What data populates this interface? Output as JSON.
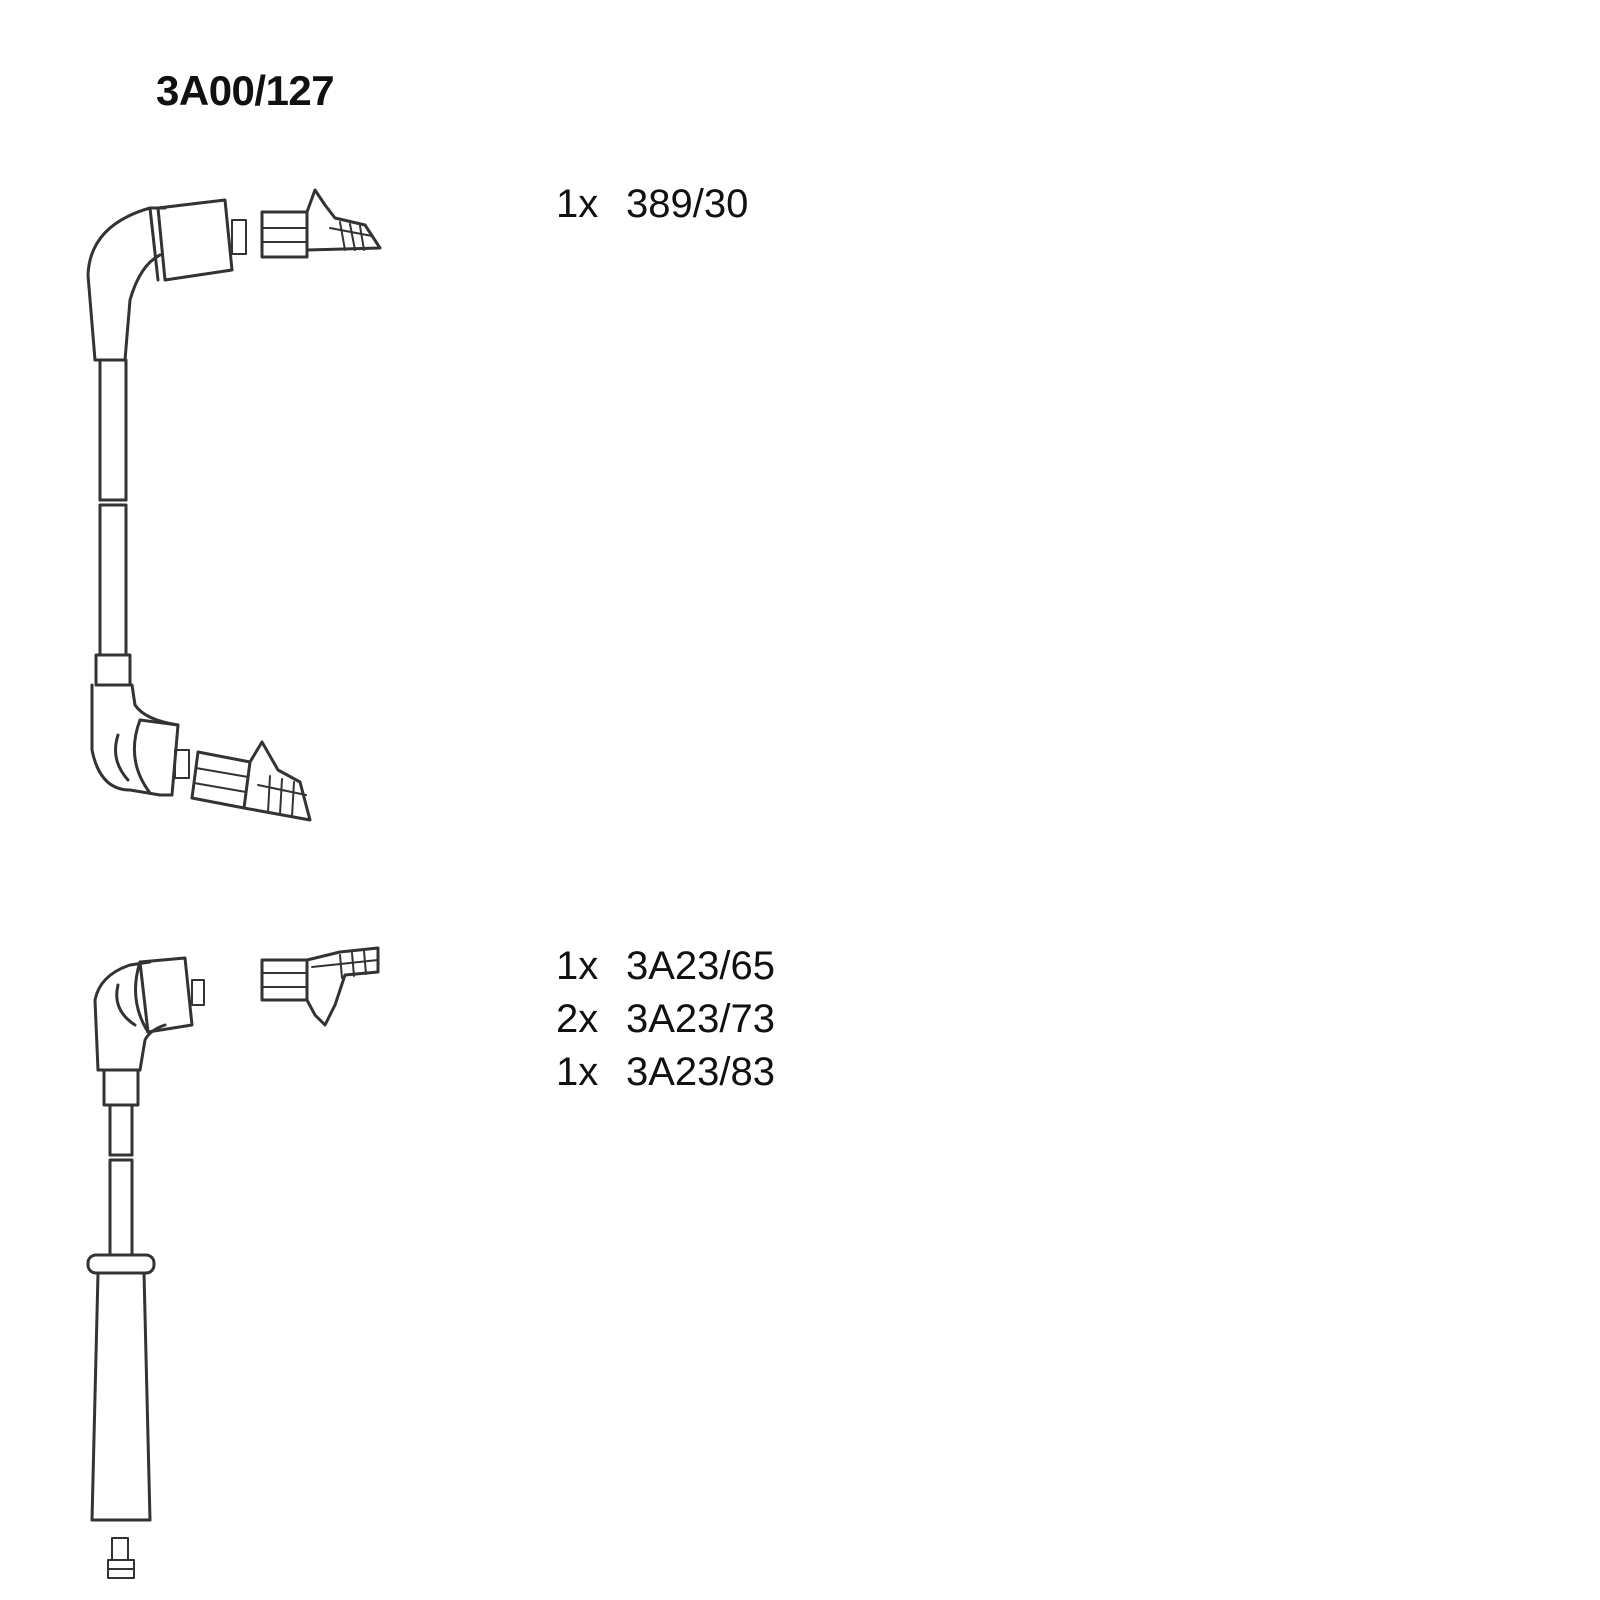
{
  "kit": {
    "part_number": "3A00/127"
  },
  "lead_groups": [
    {
      "items": [
        {
          "qty": "1x",
          "ref": "389/30"
        }
      ]
    },
    {
      "items": [
        {
          "qty": "1x",
          "ref": "3A23/65"
        },
        {
          "qty": "2x",
          "ref": "3A23/73"
        },
        {
          "qty": "1x",
          "ref": "3A23/83"
        }
      ]
    }
  ],
  "colors": {
    "line": "#333333",
    "text": "#111111",
    "background": "#ffffff"
  }
}
